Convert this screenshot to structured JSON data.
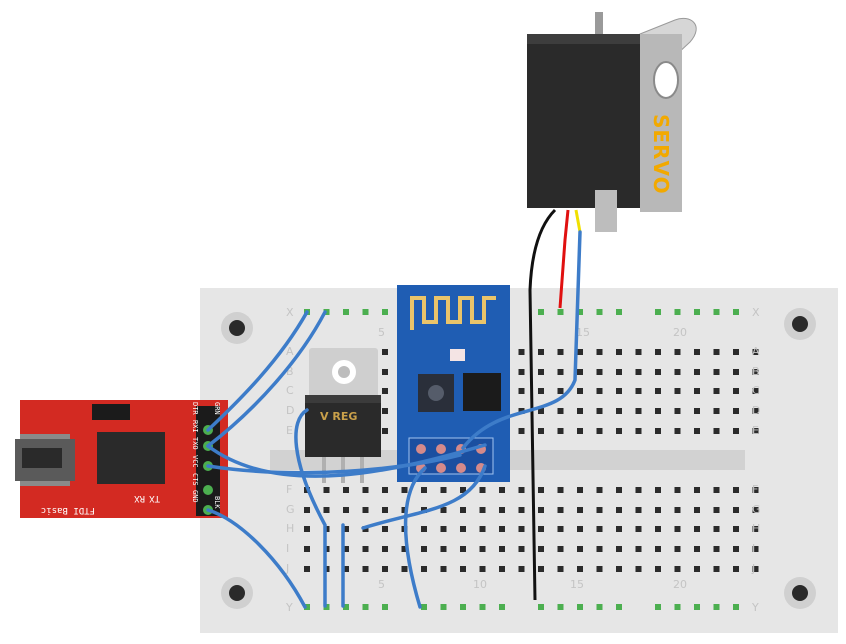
{
  "breadboard": {
    "row_letters_top": [
      "X",
      "A",
      "B",
      "C",
      "D",
      "E"
    ],
    "row_letters_bottom": [
      "F",
      "G",
      "H",
      "I",
      "J",
      "Y"
    ],
    "column_numbers": [
      "5",
      "10",
      "15",
      "20"
    ]
  },
  "servo": {
    "label": "SERVO"
  },
  "voltage_regulator": {
    "label": "V REG"
  },
  "ftdi": {
    "label": "FTDI Basic",
    "tx_label": "TX",
    "rx_label": "RX",
    "pins": [
      "GRN",
      "DTR",
      "RXI",
      "TXO",
      "VCC",
      "CTS",
      "GND",
      "BLK"
    ]
  },
  "colors": {
    "breadboard": "#e6e6e6",
    "wire": "#3d7cc9",
    "ftdi_board": "#d32a22",
    "esp_board": "#1f5db3",
    "servo_body": "#2a2a2a",
    "servo_horn": "#b8b8b8",
    "servo_label": "#f2a900",
    "wire_black": "#111111",
    "wire_red": "#e01010",
    "wire_yellow": "#f0e000",
    "hole_green": "#4caf50"
  }
}
